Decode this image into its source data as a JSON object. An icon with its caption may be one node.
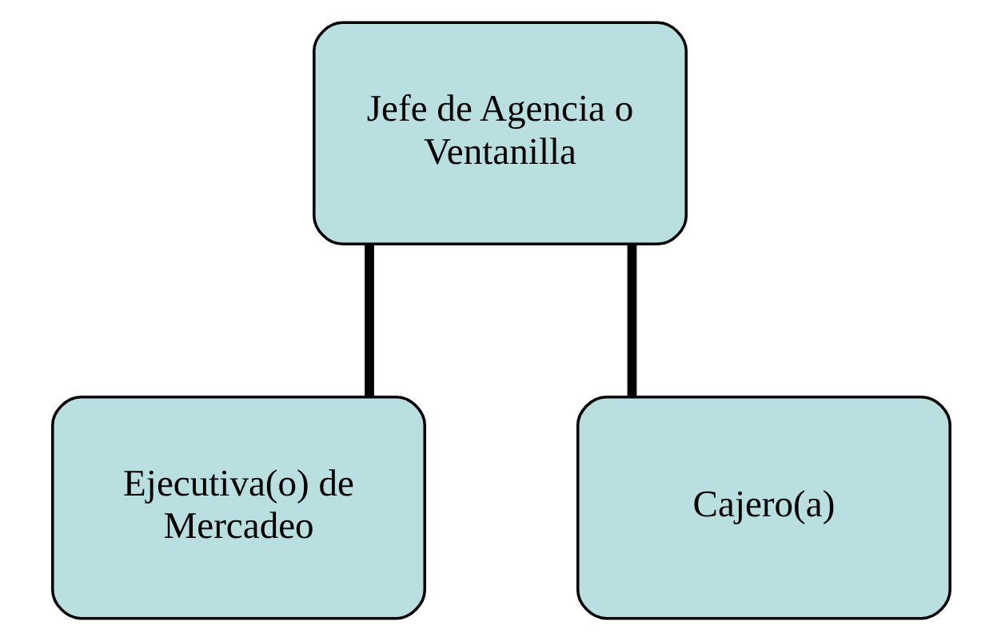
{
  "diagram": {
    "nodes": [
      {
        "text": [
          "Jefe de Agencia o Ventanilla"
        ]
      },
      {
        "text": [
          "Ejecutiva(o) de Mercadeo"
        ]
      },
      {
        "text": [
          "Cajero(a)"
        ]
      }
    ],
    "edges": [
      {
        "from": 0,
        "to": 1,
        "arrow": "none"
      },
      {
        "from": 0,
        "to": 2,
        "arrow": "none"
      }
    ]
  }
}
